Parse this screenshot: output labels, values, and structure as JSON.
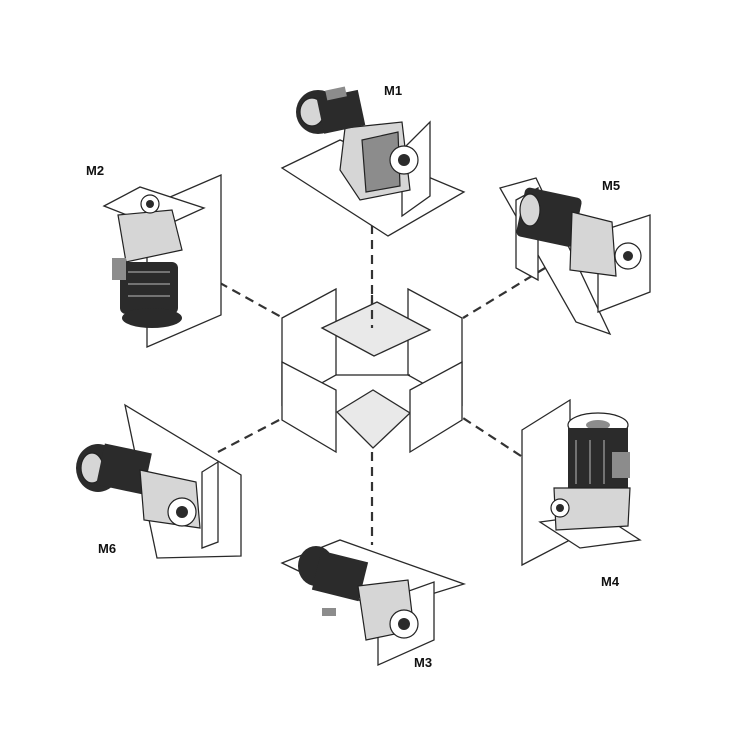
{
  "diagram": {
    "labels": {
      "m1": "M1",
      "m2": "M2",
      "m3": "M3",
      "m4": "M4",
      "m5": "M5",
      "m6": "M6"
    },
    "colors": {
      "line": "#2a2a2a",
      "plate_fill": "#ffffff",
      "plate_shade": "#e9e9e9",
      "motor_dark": "#2b2b2b",
      "motor_mid": "#8c8c8c"
    }
  }
}
